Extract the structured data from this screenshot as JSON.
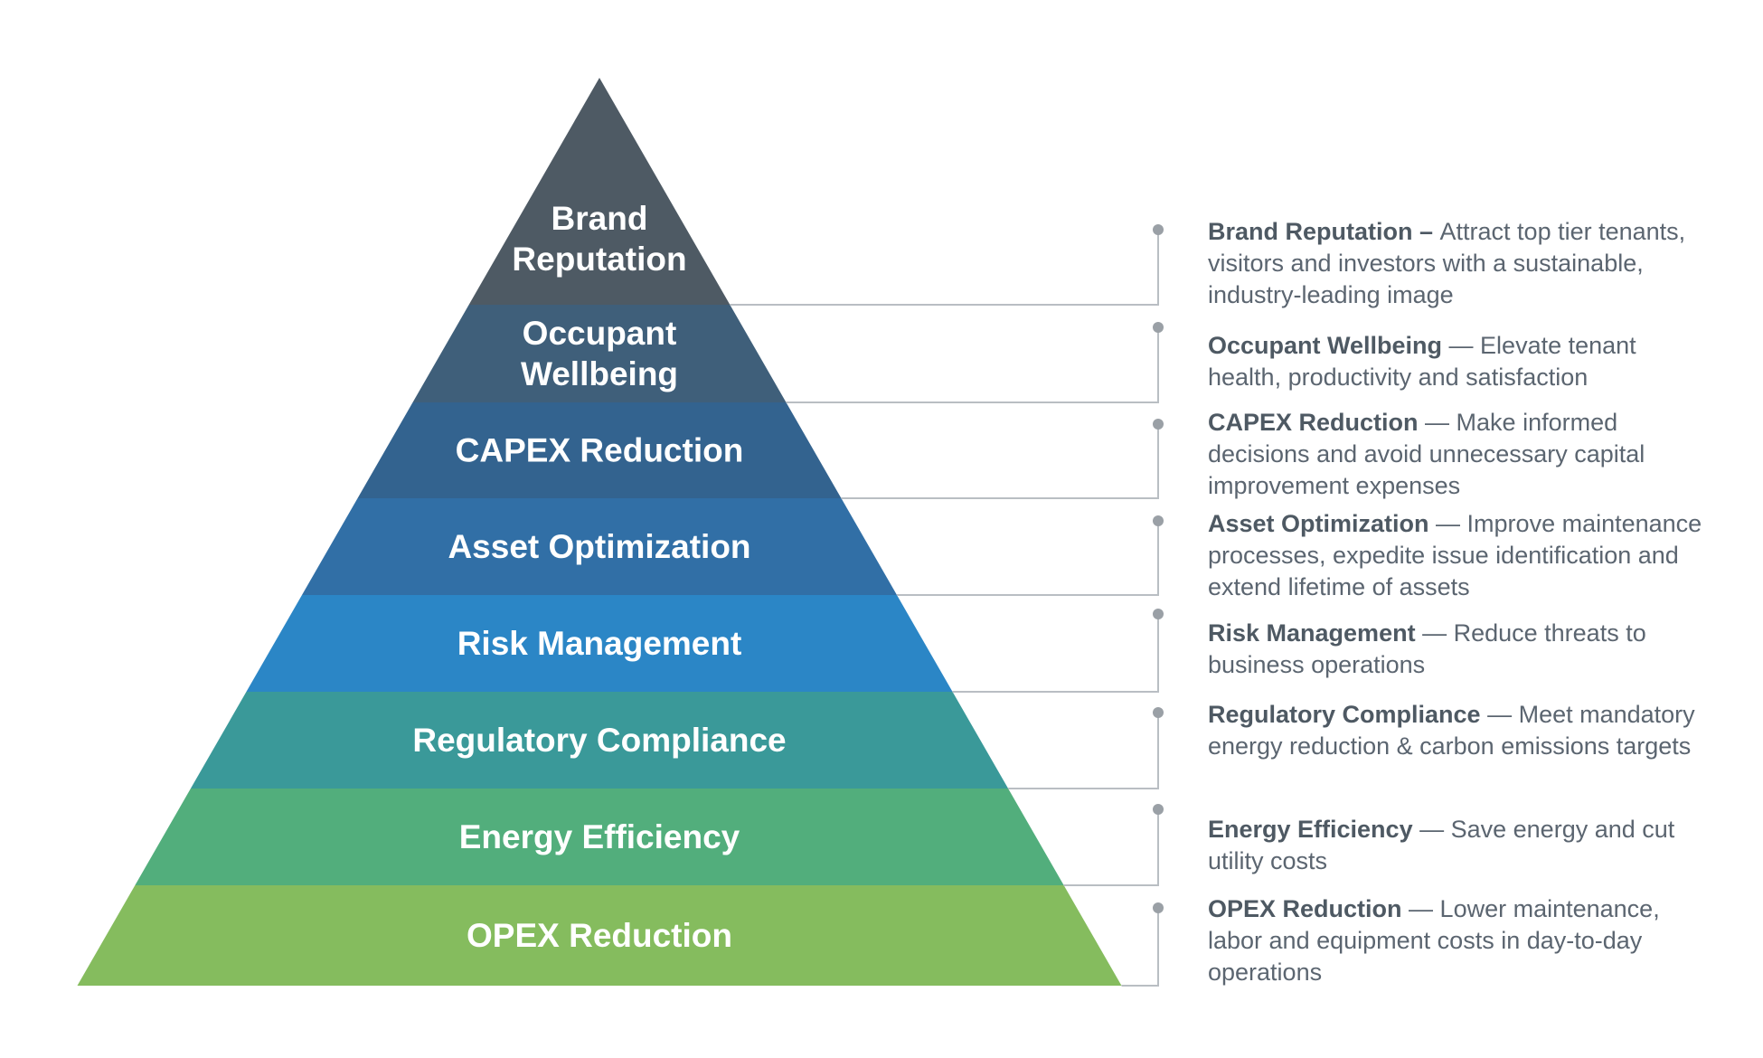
{
  "pyramid": {
    "tiers": [
      {
        "lines": [
          "Brand",
          "Reputation"
        ],
        "color": "#4e5a64"
      },
      {
        "lines": [
          "Occupant",
          "Wellbeing"
        ],
        "color": "#3f5f7a"
      },
      {
        "lines": [
          "CAPEX Reduction"
        ],
        "color": "#33638f"
      },
      {
        "lines": [
          "Asset Optimization"
        ],
        "color": "#316fa6"
      },
      {
        "lines": [
          "Risk Management"
        ],
        "color": "#2b86c6"
      },
      {
        "lines": [
          "Regulatory Compliance"
        ],
        "color": "#3a9999"
      },
      {
        "lines": [
          "Energy Efficiency"
        ],
        "color": "#52ae7c"
      },
      {
        "lines": [
          "OPEX Reduction"
        ],
        "color": "#85bc5e"
      }
    ]
  },
  "descriptions": [
    {
      "term": "Brand Reputation",
      "separator": " – ",
      "text": "Attract top tier tenants, visitors and investors with a sustainable, industry-leading image"
    },
    {
      "term": "Occupant Wellbeing",
      "separator": " — ",
      "text": "Elevate tenant health, productivity and satisfaction"
    },
    {
      "term": "CAPEX Reduction",
      "separator": " — ",
      "text": "Make informed decisions and avoid unnecessary capital improvement expenses"
    },
    {
      "term": "Asset Optimization",
      "separator": " — ",
      "text": "Improve maintenance processes, expedite issue identification and extend lifetime of assets"
    },
    {
      "term": "Risk Management",
      "separator": " — ",
      "text": "Reduce threats to business operations"
    },
    {
      "term": "Regulatory Compliance",
      "separator": " — ",
      "text": "Meet mandatory energy reduction & carbon emissions targets"
    },
    {
      "term": "Energy Efficiency",
      "separator": " — ",
      "text": "Save energy and cut utility costs"
    },
    {
      "term": "OPEX Reduction",
      "separator": " — ",
      "text": "Lower maintenance, labor and equipment costs in day-to-day operations"
    }
  ],
  "colors": {
    "connector": "#b9bec3",
    "connector_dot": "#9aa0a6",
    "term": "#4e5963",
    "text": "#5b6570"
  }
}
